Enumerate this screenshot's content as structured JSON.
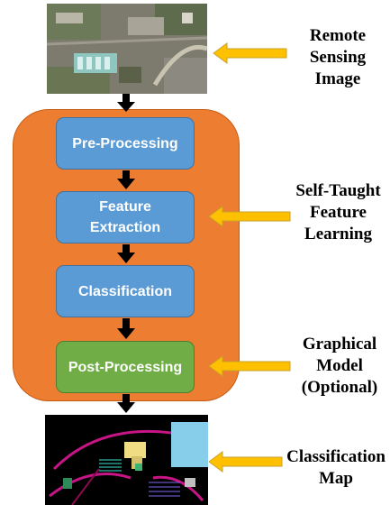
{
  "steps": {
    "pre_processing": "Pre-Processing",
    "feature_extraction_line1": "Feature",
    "feature_extraction_line2": "Extraction",
    "classification": "Classification",
    "post_processing": "Post-Processing"
  },
  "side_labels": {
    "remote_sensing": [
      "Remote",
      "Sensing",
      "Image"
    ],
    "self_taught": [
      "Self-Taught",
      "Feature",
      "Learning"
    ],
    "graphical_model": [
      "Graphical",
      "Model",
      "(Optional)"
    ],
    "classification_map": [
      "Classification",
      "Map"
    ]
  },
  "colors": {
    "panel": "#ed7d31",
    "step_blue": "#5b9bd5",
    "step_green": "#70ad47",
    "arrow_yellow": "#ffc000",
    "arrow_black": "#000000"
  }
}
